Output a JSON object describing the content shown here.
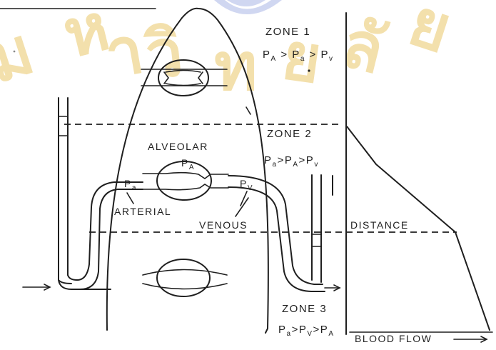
{
  "watermark": {
    "seal_color": "#a9b6e6",
    "text_color": "#e8c25c",
    "text": "มหาวิทยาลัยมหิดล"
  },
  "diagram": {
    "zone1": {
      "title": "ZONE 1",
      "rel": {
        "t1": "P",
        "s1": "A",
        "op1": " > ",
        "t2": "P",
        "s2": "a",
        "op2": " > ",
        "t3": "P",
        "s3": "v"
      }
    },
    "zone2": {
      "title": "ZONE 2",
      "rel": {
        "t1": "P",
        "s1": "a",
        "op1": ">",
        "t2": "P",
        "s2": "A",
        "op2": ">",
        "t3": "P",
        "s3": "v"
      }
    },
    "zone3": {
      "title": "ZONE 3",
      "rel": {
        "t1": "P",
        "s1": "a",
        "op1": ">",
        "t2": "P",
        "s2": "V",
        "op2": ">",
        "t3": "P",
        "s3": "A"
      }
    },
    "labels": {
      "alveolar": "ALVEOLAR",
      "arterial": "ARTERIAL",
      "venous": "VENOUS",
      "pA_letter": "P",
      "pA_sub": "A",
      "pa_letter": "P",
      "pa_sub": "a",
      "pv_letter": "P",
      "pv_sub": "V"
    },
    "graph": {
      "distance_label": "DISTANCE",
      "flow_label": "BLOOD FLOW"
    }
  }
}
